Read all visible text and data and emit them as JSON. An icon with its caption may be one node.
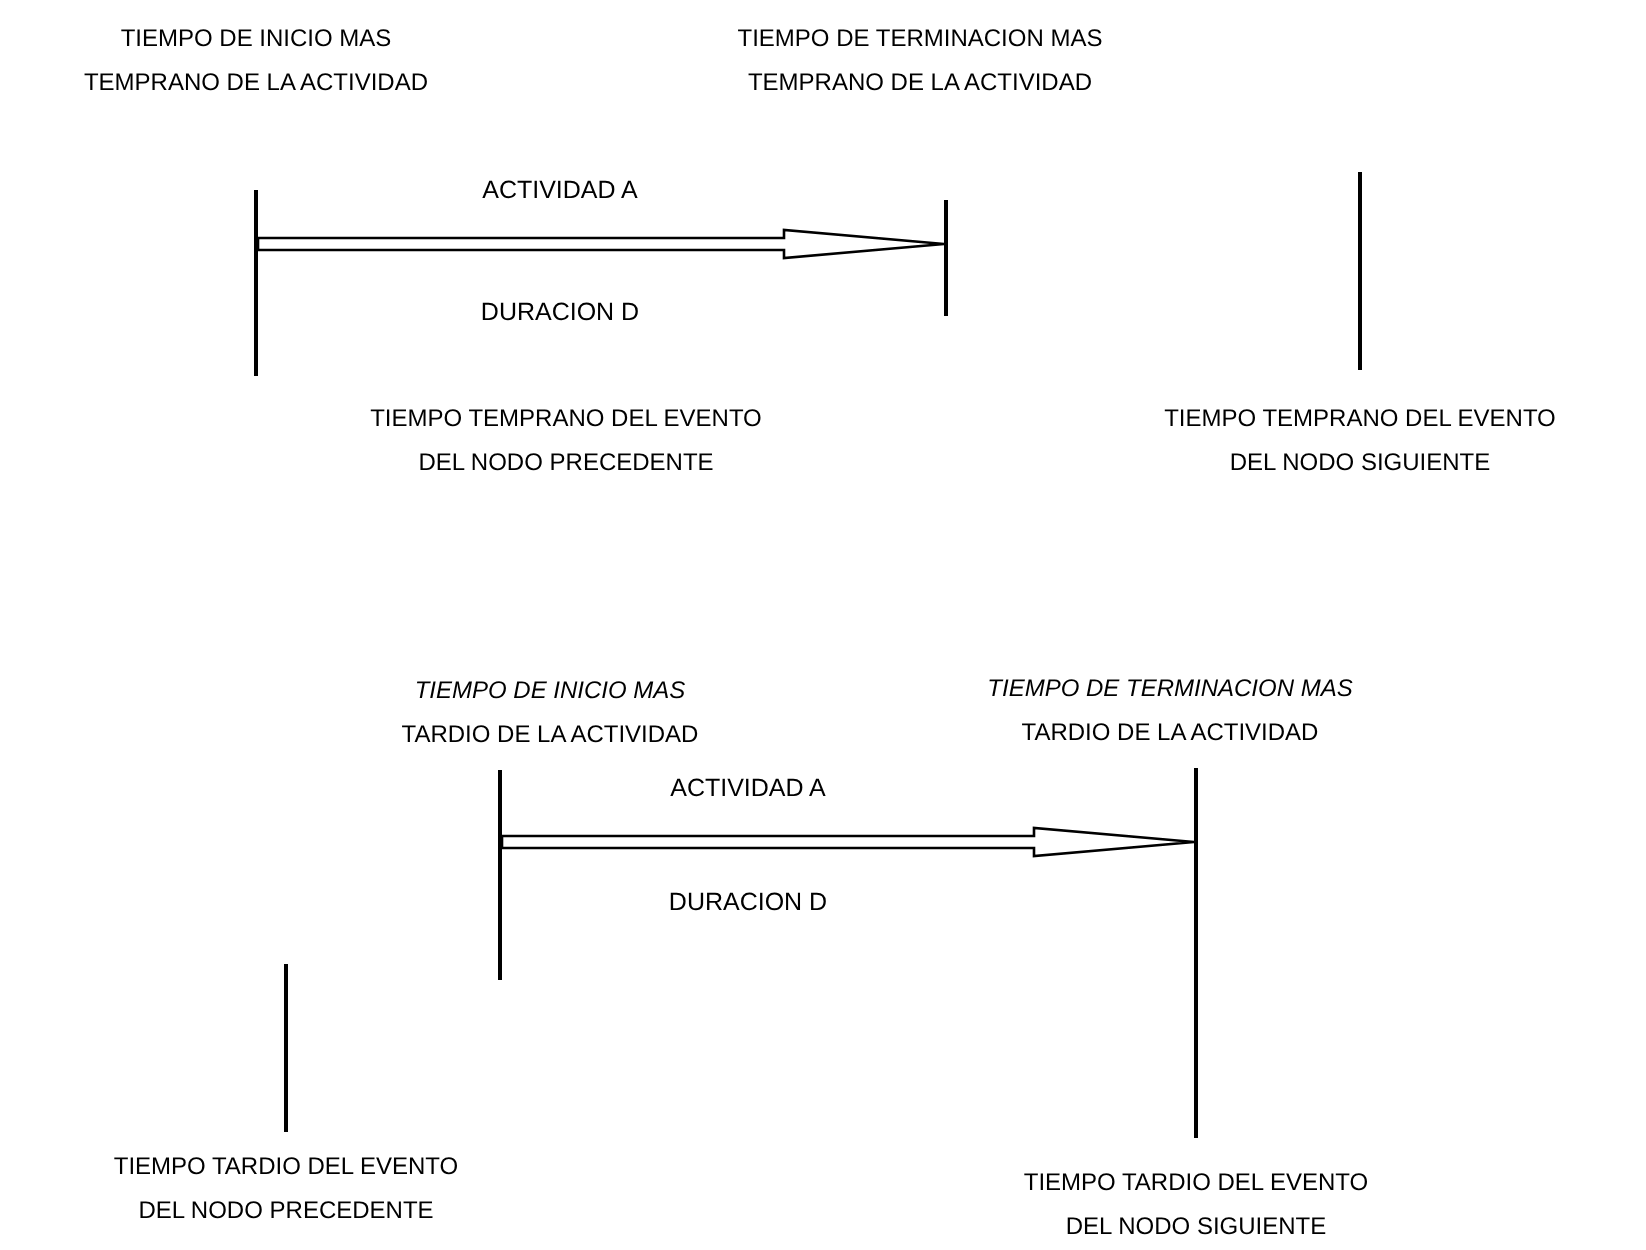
{
  "diagram": {
    "nodes": [
      {
        "text": [],
        "shape": "bar"
      },
      {
        "text": [],
        "shape": "bar"
      },
      {
        "text": [],
        "shape": "bar"
      },
      {
        "text": [],
        "shape": "bar"
      },
      {
        "text": [],
        "shape": "bar"
      },
      {
        "text": [],
        "shape": "bar"
      }
    ],
    "edges": [
      {
        "from": 0,
        "to": 1,
        "arrow": "to",
        "label": "ACTIVIDAD A"
      },
      {
        "from": 4,
        "to": 5,
        "arrow": "to",
        "label": "ACTIVIDAD A"
      }
    ],
    "labels": [
      "TIEMPO DE INICIO MAS TEMPRANO DE LA ACTIVIDAD",
      "TIEMPO DE TERMINACION MAS TEMPRANO DE LA ACTIVIDAD",
      "DURACION D",
      "TIEMPO TEMPRANO DEL EVENTO DEL NODO PRECEDENTE",
      "TIEMPO TEMPRANO DEL EVENTO DEL NODO SIGUIENTE",
      "*TIEMPO DE INICIO MAS* TARDIO DE LA ACTIVIDAD",
      "*TIEMPO DE TERMINACION MAS* TARDIO DE LA ACTIVIDAD",
      "DURACION D",
      "TIEMPO TARDIO DEL EVENTO DEL NODO PRECEDENTE",
      "TIEMPO TARDIO DEL EVENTO DEL NODO SIGUIENTE"
    ]
  }
}
